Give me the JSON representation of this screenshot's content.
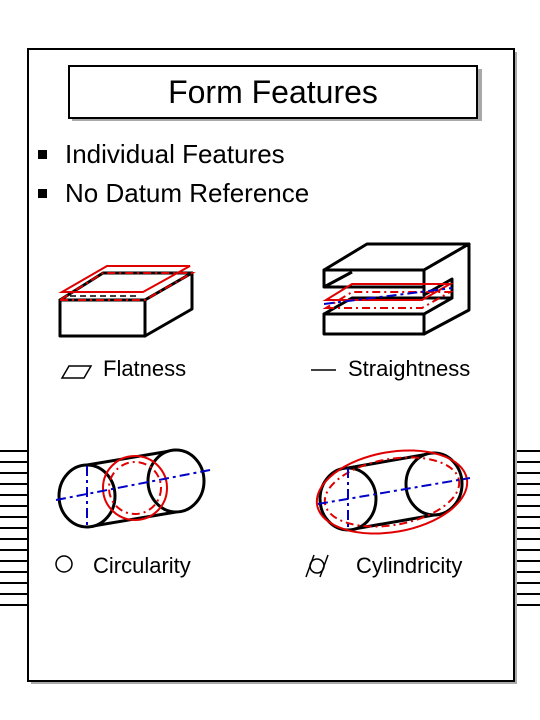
{
  "title": "Form Features",
  "bullets": [
    "Individual Features",
    "No Datum Reference"
  ],
  "features": {
    "flatness": "Flatness",
    "straightness": "Straightness",
    "circularity": "Circularity",
    "cylindricity": "Cylindricity"
  },
  "colors": {
    "outline": "#000000",
    "tolerance_zone": "#e00000",
    "axis": "#0000c8",
    "shadow": "#a9a9a9"
  },
  "icons": {
    "flatness": "parallelogram-symbol",
    "straightness": "line-symbol",
    "circularity": "circle-symbol",
    "cylindricity": "cylindricity-symbol"
  }
}
